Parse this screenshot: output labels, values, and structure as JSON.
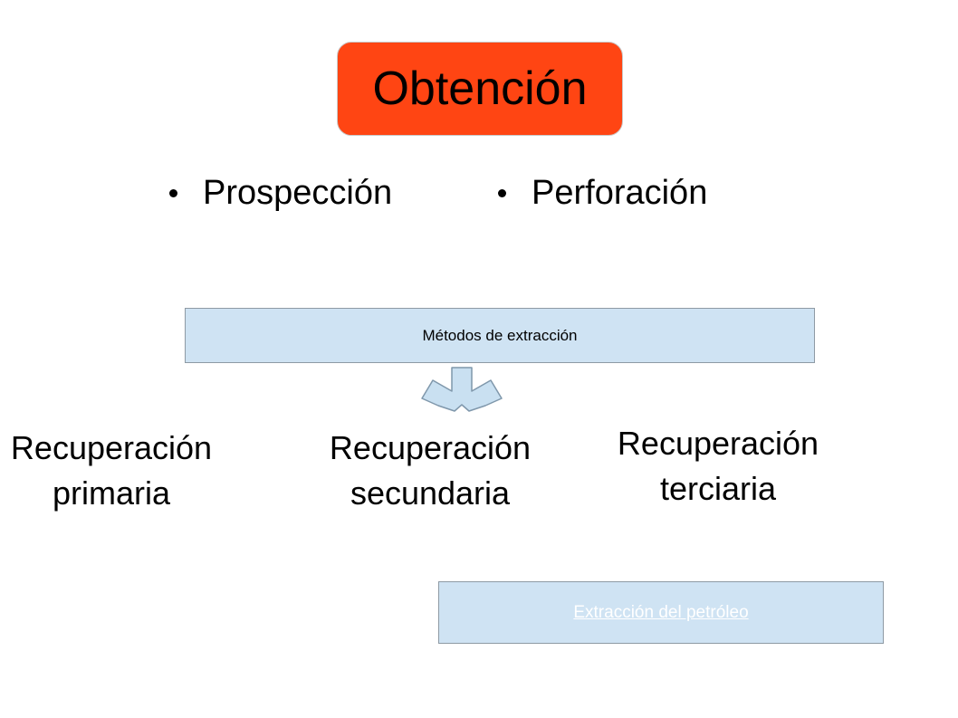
{
  "title": "Obtención",
  "bullets": [
    "Prospección",
    "Perforación"
  ],
  "methods_box": "Métodos de extracción",
  "recoveries": [
    {
      "line1": "Recuperación",
      "line2": "primaria"
    },
    {
      "line1": "Recuperación",
      "line2": "secundaria"
    },
    {
      "line1": "Recuperación",
      "line2": "terciaria"
    }
  ],
  "link": "Extracción del petróleo",
  "colors": {
    "title_fill": "#ff4513",
    "box_fill": "#cfe3f3",
    "arrow_fill": "#c9e0f1",
    "link_text": "#ffffff"
  }
}
